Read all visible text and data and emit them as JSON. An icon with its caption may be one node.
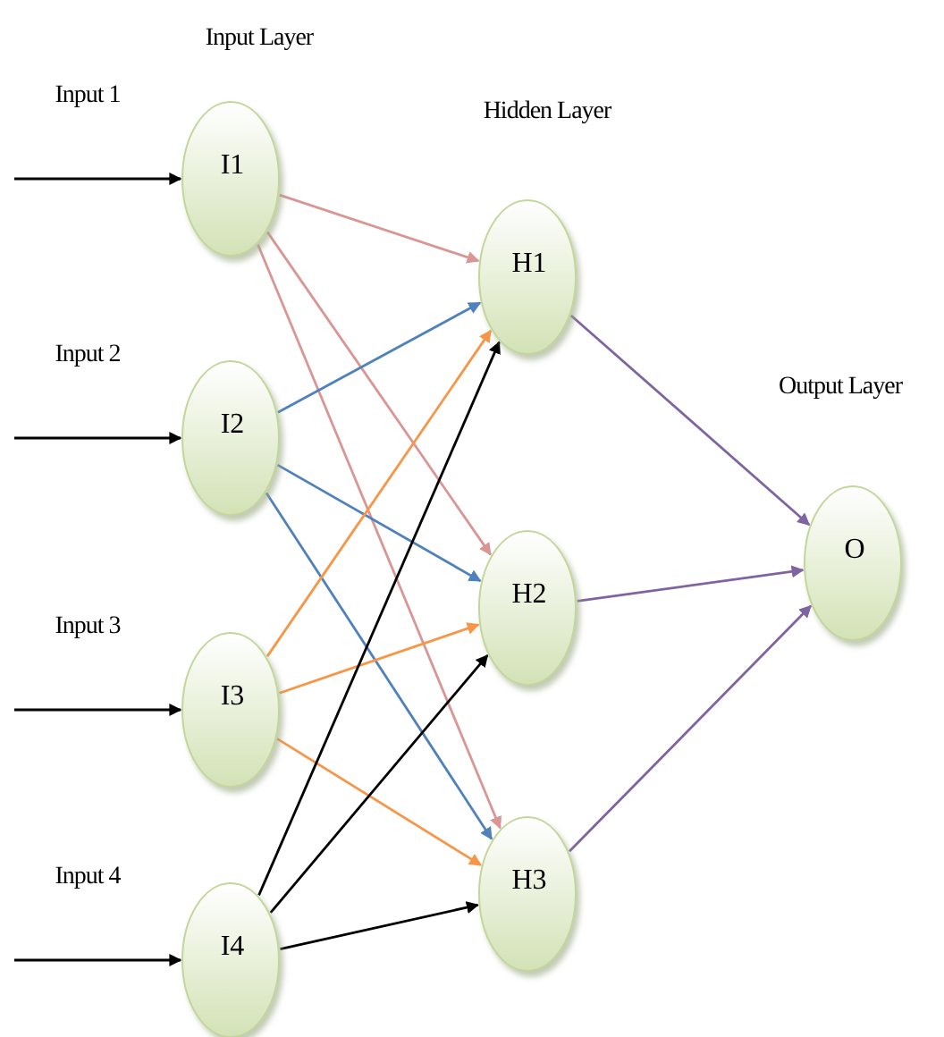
{
  "diagram": {
    "nodes": [
      {
        "text": [
          "I1"
        ]
      },
      {
        "text": [
          "I2"
        ]
      },
      {
        "text": [
          "I3"
        ]
      },
      {
        "text": [
          "I4"
        ]
      },
      {
        "text": [
          "H1"
        ]
      },
      {
        "text": [
          "H2"
        ]
      },
      {
        "text": [
          "H3"
        ]
      },
      {
        "text": [
          "O"
        ]
      }
    ],
    "edges": [
      {
        "from": null,
        "to": 0,
        "arrow": "to",
        "label": "Input 1"
      },
      {
        "from": null,
        "to": 1,
        "arrow": "to",
        "label": "Input 2"
      },
      {
        "from": null,
        "to": 2,
        "arrow": "to",
        "label": "Input 3"
      },
      {
        "from": null,
        "to": 3,
        "arrow": "to",
        "label": "Input 4"
      },
      {
        "from": 0,
        "to": 4,
        "arrow": "to",
        "color": "#d99694"
      },
      {
        "from": 0,
        "to": 5,
        "arrow": "to",
        "color": "#d99694"
      },
      {
        "from": 0,
        "to": 6,
        "arrow": "to",
        "color": "#d99694"
      },
      {
        "from": 1,
        "to": 4,
        "arrow": "to",
        "color": "#4f81bd"
      },
      {
        "from": 1,
        "to": 5,
        "arrow": "to",
        "color": "#4f81bd"
      },
      {
        "from": 1,
        "to": 6,
        "arrow": "to",
        "color": "#4f81bd"
      },
      {
        "from": 2,
        "to": 4,
        "arrow": "to",
        "color": "#f79646"
      },
      {
        "from": 2,
        "to": 5,
        "arrow": "to",
        "color": "#f79646"
      },
      {
        "from": 2,
        "to": 6,
        "arrow": "to",
        "color": "#f79646"
      },
      {
        "from": 3,
        "to": 4,
        "arrow": "to"
      },
      {
        "from": 3,
        "to": 5,
        "arrow": "to"
      },
      {
        "from": 3,
        "to": 6,
        "arrow": "to"
      },
      {
        "from": 4,
        "to": 7,
        "arrow": "to",
        "color": "#8064a2"
      },
      {
        "from": 5,
        "to": 7,
        "arrow": "to",
        "color": "#8064a2"
      },
      {
        "from": 6,
        "to": 7,
        "arrow": "to",
        "color": "#8064a2"
      }
    ],
    "labels": [
      "Input Layer",
      "Hidden Layer",
      "Output Layer"
    ]
  }
}
